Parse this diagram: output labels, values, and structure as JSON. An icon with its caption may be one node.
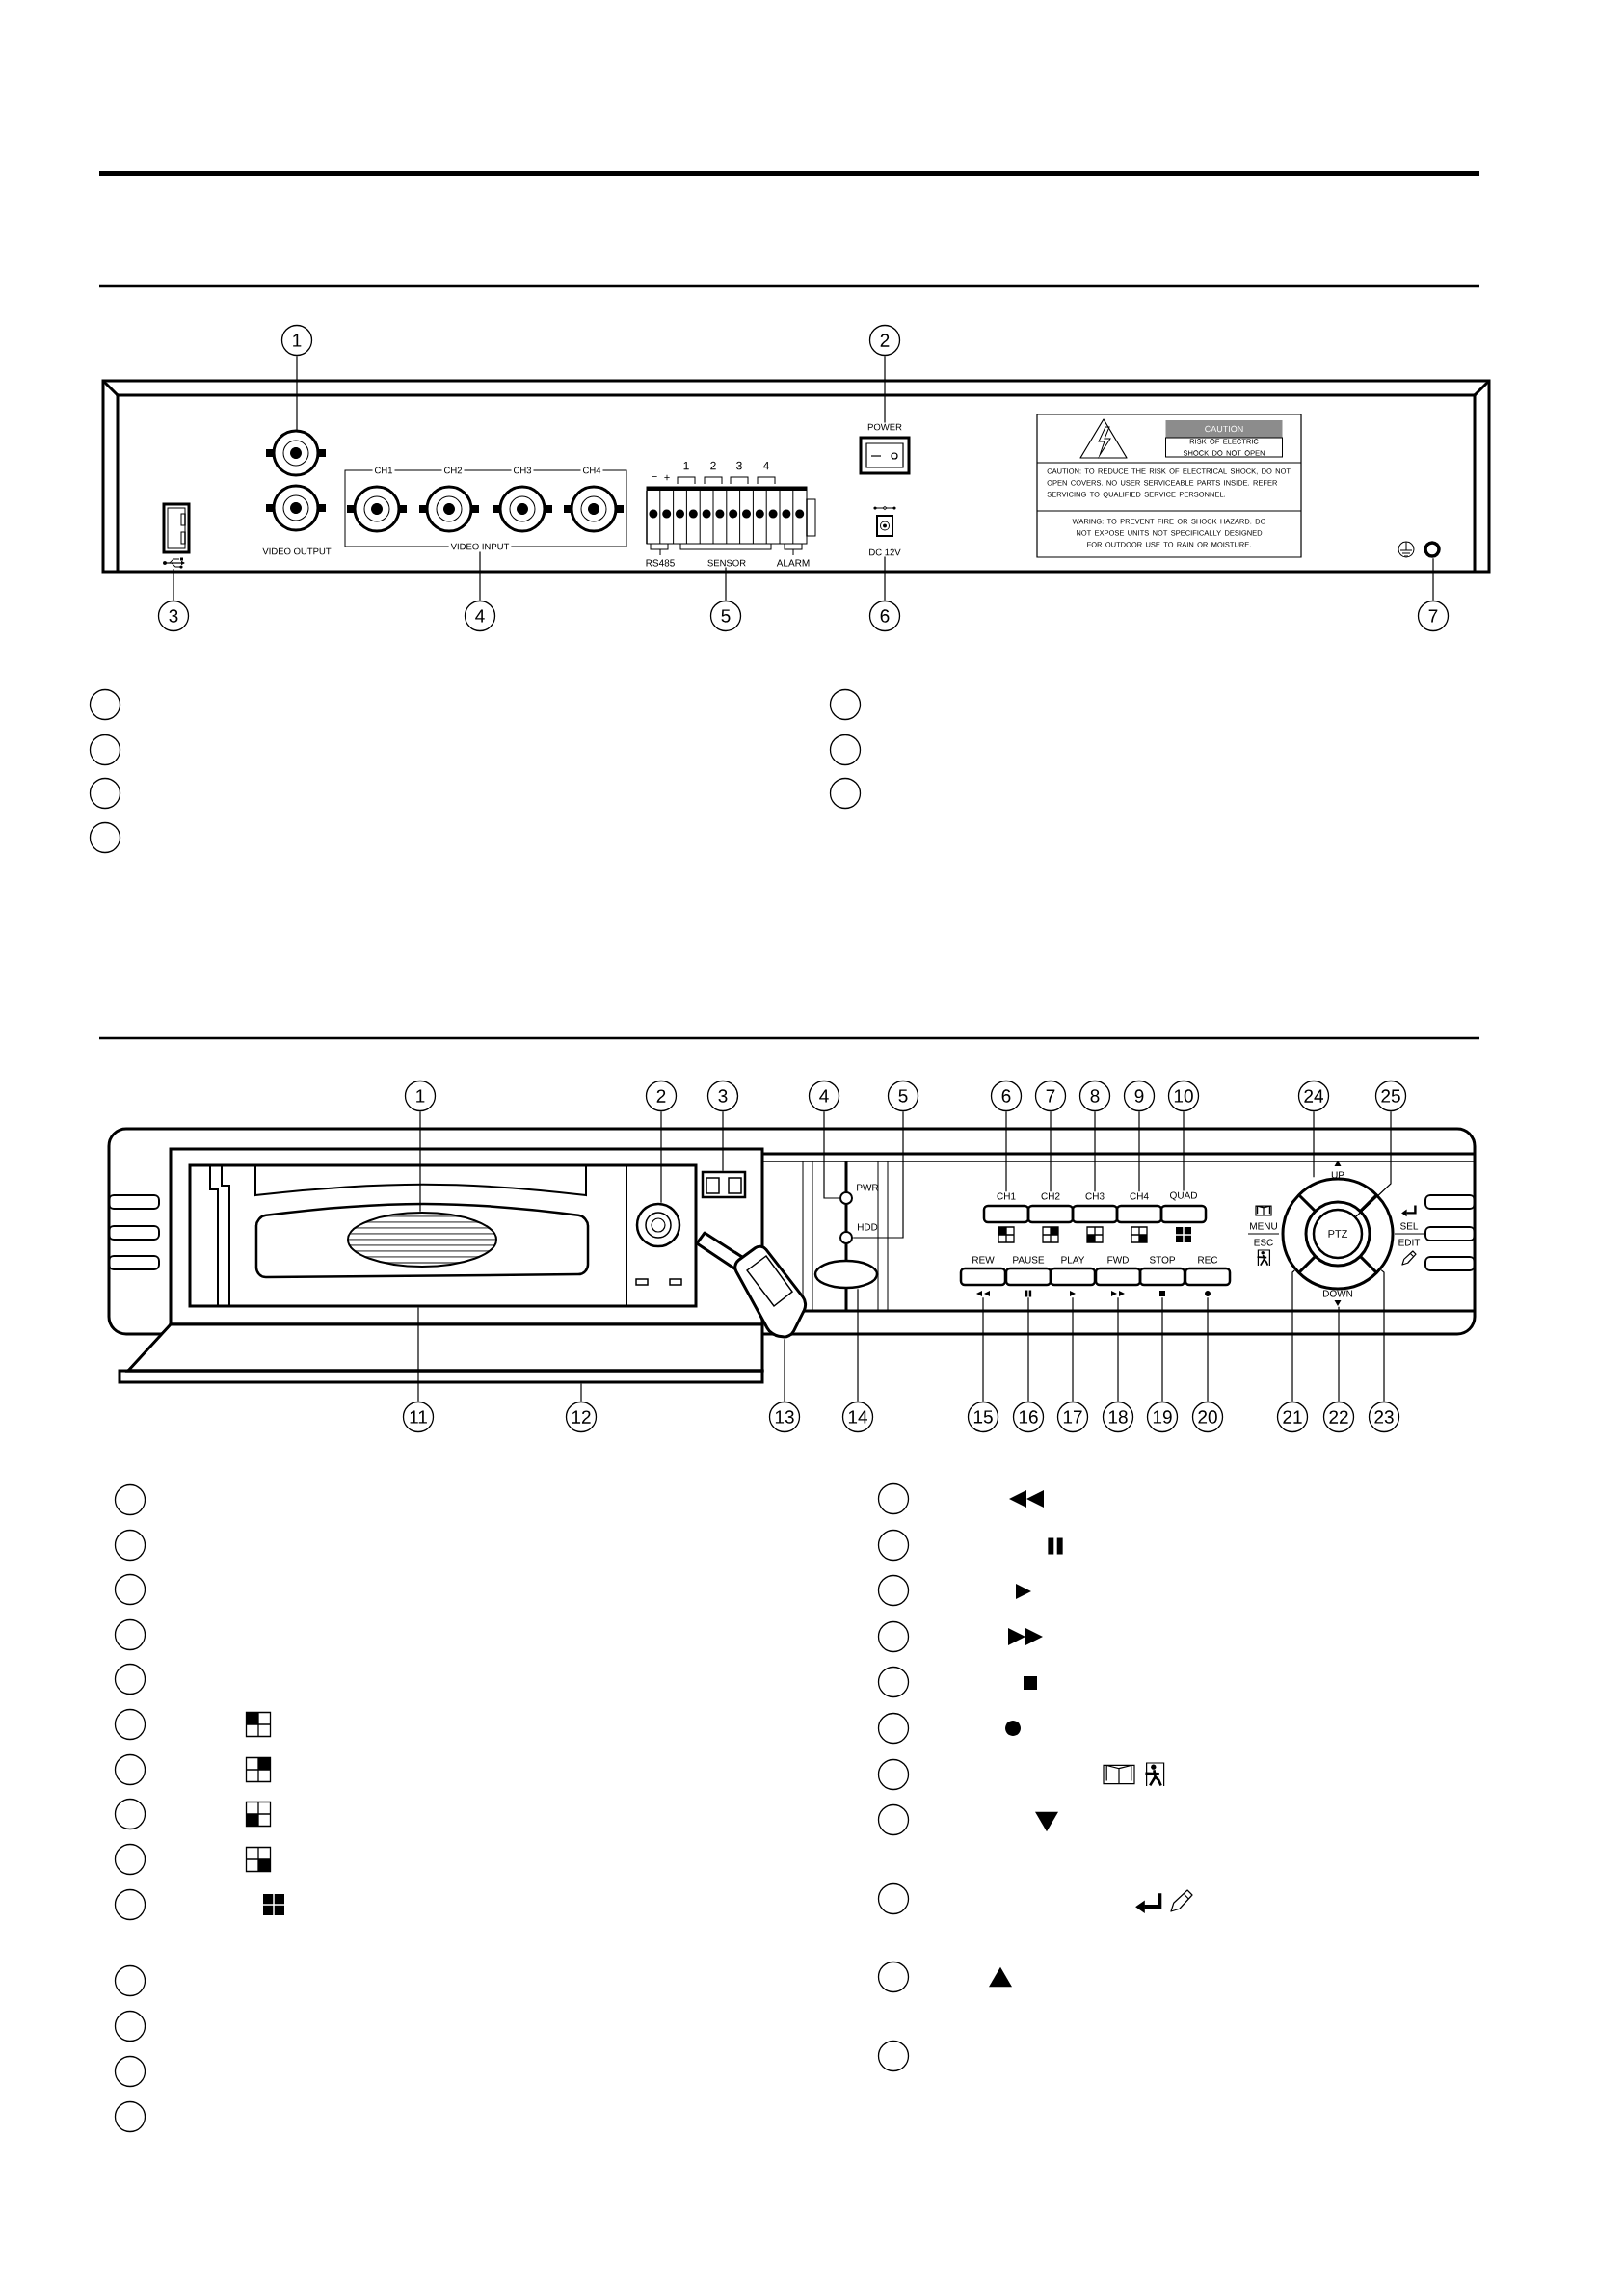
{
  "diagram": {
    "nodes": [
      {
        "text": [
          "1"
        ]
      },
      {
        "text": [
          "2"
        ]
      },
      {
        "text": [
          "3"
        ]
      },
      {
        "text": [
          "4"
        ]
      },
      {
        "text": [
          "5"
        ]
      },
      {
        "text": [
          "6"
        ]
      },
      {
        "text": [
          "7"
        ]
      },
      {
        "text": [],
        "shape": "circle"
      },
      {
        "text": [],
        "shape": "circle"
      },
      {
        "text": [],
        "shape": "circle"
      },
      {
        "text": [],
        "shape": "circle"
      },
      {
        "text": [],
        "shape": "circle"
      },
      {
        "text": [],
        "shape": "circle"
      },
      {
        "text": [],
        "shape": "circle"
      },
      {
        "text": [
          "1"
        ]
      },
      {
        "text": [
          "2"
        ]
      },
      {
        "text": [
          "3"
        ]
      },
      {
        "text": [
          "4"
        ]
      },
      {
        "text": [
          "5"
        ]
      },
      {
        "text": [
          "6"
        ]
      },
      {
        "text": [
          "7"
        ]
      },
      {
        "text": [
          "8"
        ]
      },
      {
        "text": [
          "9"
        ]
      },
      {
        "text": [
          "10"
        ]
      },
      {
        "text": [
          "11"
        ]
      },
      {
        "text": [
          "12"
        ]
      },
      {
        "text": [
          "13"
        ]
      },
      {
        "text": [
          "14"
        ]
      },
      {
        "text": [
          "15"
        ]
      },
      {
        "text": [
          "16"
        ]
      },
      {
        "text": [
          "17"
        ]
      },
      {
        "text": [
          "18"
        ]
      },
      {
        "text": [
          "19"
        ]
      },
      {
        "text": [
          "20"
        ]
      },
      {
        "text": [
          "21"
        ]
      },
      {
        "text": [
          "22"
        ]
      },
      {
        "text": [
          "23"
        ]
      },
      {
        "text": [
          "24"
        ]
      },
      {
        "text": [
          "25"
        ]
      },
      {
        "text": [],
        "shape": "circle"
      },
      {
        "text": [],
        "shape": "circle"
      },
      {
        "text": [],
        "shape": "circle"
      },
      {
        "text": [],
        "shape": "circle"
      },
      {
        "text": [],
        "shape": "circle"
      },
      {
        "text": [],
        "shape": "circle"
      },
      {
        "text": [],
        "shape": "circle"
      },
      {
        "text": [],
        "shape": "circle"
      },
      {
        "text": [],
        "shape": "circle"
      },
      {
        "text": [],
        "shape": "circle"
      },
      {
        "text": [],
        "shape": "circle"
      },
      {
        "text": [],
        "shape": "circle"
      },
      {
        "text": [],
        "shape": "circle"
      },
      {
        "text": [],
        "shape": "circle"
      },
      {
        "text": [],
        "shape": "circle"
      },
      {
        "text": [],
        "shape": "circle"
      },
      {
        "text": [],
        "shape": "circle"
      },
      {
        "text": [],
        "shape": "circle"
      },
      {
        "text": [],
        "shape": "circle"
      },
      {
        "text": [],
        "shape": "circle"
      },
      {
        "text": [],
        "shape": "circle"
      },
      {
        "text": [],
        "shape": "circle"
      },
      {
        "text": [],
        "shape": "circle"
      },
      {
        "text": [],
        "shape": "circle"
      },
      {
        "text": [],
        "shape": "circle"
      },
      {
        "text": [
          "PTZ"
        ],
        "in": 92
      },
      {
        "text": [
          "POWER"
        ]
      },
      {
        "text": [
          "DC 12V"
        ]
      },
      {
        "text": [
          "VIDEO INPUT"
        ]
      },
      {
        "text": [
          "SENSOR"
        ]
      },
      {
        "text": [],
        "shape": "circle"
      },
      {
        "text": [],
        "shape": "picture"
      },
      {
        "text": [],
        "shape": "circle"
      },
      {
        "text": [],
        "shape": "ellipse",
        "in": 82
      },
      {
        "text": [],
        "shape": "circle",
        "in": 82
      },
      {
        "text": [],
        "shape": "box"
      },
      {
        "text": [],
        "shape": "circle"
      },
      {
        "text": [],
        "shape": "circle"
      },
      {
        "text": [],
        "shape": "box"
      },
      {
        "text": [],
        "shape": "box"
      },
      {
        "text": [],
        "shape": "box"
      },
      {
        "text": [],
        "shape": "box"
      },
      {
        "text": [],
        "shape": "box"
      },
      {
        "text": [],
        "shape": "box"
      },
      {
        "text": [],
        "shape": "box"
      },
      {
        "text": [],
        "shape": "picture"
      },
      {
        "text": [],
        "shape": "ellipse"
      },
      {
        "text": [],
        "shape": "picture"
      },
      {
        "text": [],
        "shape": "picture"
      },
      {
        "text": [],
        "shape": "picture"
      },
      {
        "text": [],
        "shape": "picture"
      },
      {
        "text": [],
        "shape": "box"
      },
      {
        "text": [],
        "shape": "picture"
      },
      {
        "text": [],
        "shape": "circle"
      },
      {
        "text": [],
        "shape": "picture"
      },
      {
        "text": [],
        "shape": "circle"
      },
      {
        "text": [],
        "shape": "circle"
      },
      {
        "text": [],
        "shape": "circle"
      },
      {
        "text": [],
        "shape": "circle"
      },
      {
        "text": [],
        "shape": "circle"
      },
      {
        "text": [
          "CH1"
        ]
      },
      {
        "text": [
          "CH2"
        ]
      },
      {
        "text": [
          "CH3"
        ]
      },
      {
        "text": [
          "CH4"
        ]
      },
      {
        "text": [
          "QUAD"
        ]
      }
    ],
    "edges": [
      {
        "from": 0,
        "to": 69,
        "arrow": "none"
      },
      {
        "from": 1,
        "to": 65,
        "arrow": "none"
      },
      {
        "from": 2,
        "to": 70,
        "arrow": "none"
      },
      {
        "from": 3,
        "to": 67,
        "arrow": "none"
      },
      {
        "from": 4,
        "to": 68,
        "arrow": "none"
      },
      {
        "from": 5,
        "to": 66,
        "arrow": "none"
      },
      {
        "from": 6,
        "to": 71,
        "arrow": "none"
      },
      {
        "from": 14,
        "to": 72,
        "arrow": "none"
      },
      {
        "from": 15,
        "to": 73,
        "arrow": "none"
      },
      {
        "from": 16,
        "to": 74,
        "arrow": "none"
      },
      {
        "from": 17,
        "to": 75,
        "arrow": "none"
      },
      {
        "from": 18,
        "to": 76,
        "arrow": "none"
      },
      {
        "from": 19,
        "to": 99,
        "arrow": "none"
      },
      {
        "from": 20,
        "to": 100,
        "arrow": "none"
      },
      {
        "from": 21,
        "to": 101,
        "arrow": "none"
      },
      {
        "from": 22,
        "to": 102,
        "arrow": "none"
      },
      {
        "from": 23,
        "to": 103,
        "arrow": "none"
      },
      {
        "from": 24,
        "to": 82,
        "arrow": "none"
      },
      {
        "from": 25,
        "to": 83,
        "arrow": "none"
      },
      {
        "from": 26,
        "to": 84,
        "arrow": "none"
      },
      {
        "from": 27,
        "to": 85,
        "arrow": "none"
      },
      {
        "from": 28,
        "to": 86,
        "arrow": "none"
      },
      {
        "from": 29,
        "to": 87,
        "arrow": "none"
      },
      {
        "from": 30,
        "to": 88,
        "arrow": "none"
      },
      {
        "from": 31,
        "to": 89,
        "arrow": "none"
      },
      {
        "from": 32,
        "to": 90,
        "arrow": "none"
      },
      {
        "from": 33,
        "to": 91,
        "arrow": "none"
      },
      {
        "from": 34,
        "to": 92,
        "arrow": "none"
      },
      {
        "from": 35,
        "to": 93,
        "arrow": "none"
      },
      {
        "from": 36,
        "to": 92,
        "arrow": "none"
      },
      {
        "from": 37,
        "to": 92,
        "arrow": "none"
      },
      {
        "from": 38,
        "to": 64,
        "arrow": "none"
      }
    ],
    "labels": [
      "CH1",
      "CH2",
      "CH3",
      "CH4",
      "−",
      "+",
      "1",
      "2",
      "3",
      "4",
      "VIDEO OUTPUT",
      "RS485",
      "ALARM",
      "CAUTION",
      "RISK OF ELECTRIC SHOCK DO NOT OPEN",
      "CAUTION: TO REDUCE THE RISK OF ELECTRICAL SHOCK, DO NOT OPEN COVERS. NO USER SERVICEABLE PARTS INSIDE. REFER SERVICING TO QUALIFIED SERVICE PERSONNEL.",
      "WARING: TO PREVENT FIRE OR SHOCK HAZARD. DO NOT EXPOSE UNITS NOT SPECIFICALLY DESIGNED FOR OUTDOOR USE TO RAIN OR MOISTURE.",
      "PWR",
      "HDD",
      "UP",
      "MENU",
      "ESC",
      "SEL",
      "EDIT",
      "REW",
      "PAUSE",
      "PLAY",
      "FWD",
      "STOP",
      "REC",
      "DOWN"
    ]
  }
}
